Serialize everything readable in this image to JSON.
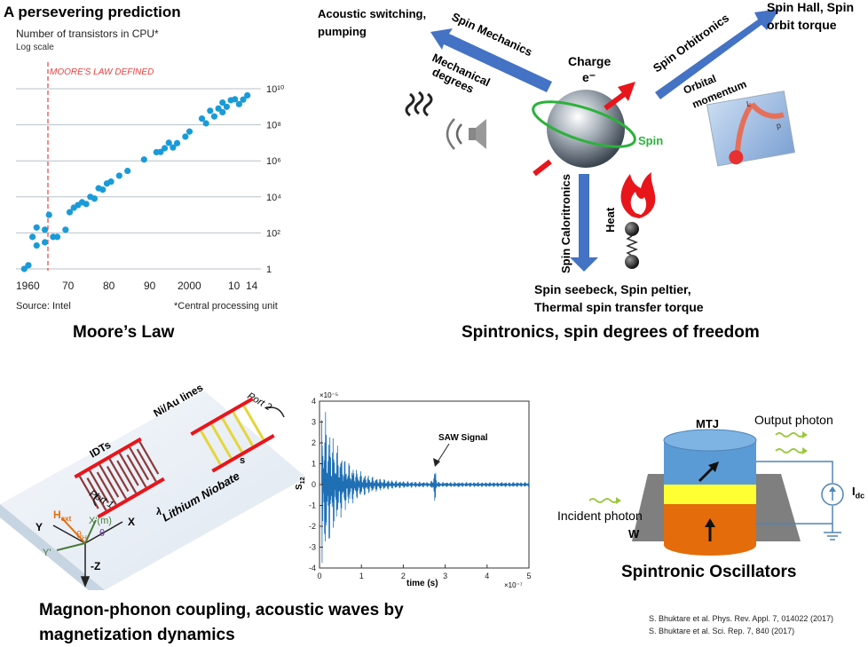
{
  "moore": {
    "title": "A persevering prediction",
    "subtitle": "Number of transistors in CPU*",
    "scale_note": "Log scale",
    "marker": "MOORE'S LAW DEFINED",
    "x_ticks": [
      "1960",
      "70",
      "80",
      "90",
      "2000",
      "10",
      "14"
    ],
    "source": "Source: Intel",
    "footnote": "*Central processing unit",
    "caption": "Moore’s Law"
  },
  "chart_data": [
    {
      "type": "scatter",
      "title": "A persevering prediction",
      "subtitle": "Number of transistors in CPU*",
      "ylabel": "Number of transistors in CPU*",
      "y_scale": "log",
      "ylim": [
        1,
        10000000000
      ],
      "xlim": [
        1958,
        2016
      ],
      "y_ticks": [
        "1",
        "10²",
        "10⁴",
        "10⁶",
        "10⁸",
        "10¹⁰"
      ],
      "x_ticks": [
        "1960",
        "70",
        "80",
        "90",
        "2000",
        "10",
        "14"
      ],
      "annotation": {
        "x": 1965,
        "text": "MOORE'S LAW DEFINED"
      },
      "points": [
        [
          1960,
          1
        ],
        [
          1961,
          1.6
        ],
        [
          1962,
          60
        ],
        [
          1963,
          200
        ],
        [
          1963,
          20
        ],
        [
          1965,
          30
        ],
        [
          1965,
          150
        ],
        [
          1966,
          1000
        ],
        [
          1967,
          60
        ],
        [
          1968,
          60
        ],
        [
          1970,
          150
        ],
        [
          1971,
          1400
        ],
        [
          1972,
          2500
        ],
        [
          1973,
          3500
        ],
        [
          1974,
          5000
        ],
        [
          1975,
          4000
        ],
        [
          1976,
          10000
        ],
        [
          1977,
          8000
        ],
        [
          1978,
          30000
        ],
        [
          1979,
          25000
        ],
        [
          1980,
          55000
        ],
        [
          1981,
          70000
        ],
        [
          1983,
          150000
        ],
        [
          1985,
          275000
        ],
        [
          1989,
          1180000
        ],
        [
          1992,
          3000000
        ],
        [
          1993,
          3100000
        ],
        [
          1994,
          5000000
        ],
        [
          1995,
          10000000
        ],
        [
          1996,
          5500000
        ],
        [
          1997,
          9500000
        ],
        [
          1999,
          22000000
        ],
        [
          2000,
          42000000
        ],
        [
          2003,
          220000000
        ],
        [
          2004,
          120000000
        ],
        [
          2005,
          600000000
        ],
        [
          2006,
          290000000
        ],
        [
          2007,
          800000000
        ],
        [
          2008,
          1700000000
        ],
        [
          2008,
          500000000
        ],
        [
          2009,
          1000000000
        ],
        [
          2010,
          2300000000
        ],
        [
          2011,
          2600000000
        ],
        [
          2012,
          1400000000
        ],
        [
          2013,
          2500000000
        ],
        [
          2014,
          4300000000
        ]
      ]
    },
    {
      "type": "line",
      "title": "",
      "xlabel": "time (s)",
      "x_multiplier": "×10⁻⁷",
      "ylabel": "S12",
      "y_multiplier": "×10⁻⁵",
      "xlim": [
        0,
        5
      ],
      "ylim": [
        -4,
        4
      ],
      "x_ticks": [
        "0",
        "1",
        "2",
        "3",
        "4",
        "5"
      ],
      "y_ticks": [
        "4",
        "3",
        "2",
        "1",
        "0",
        "-1",
        "-2",
        "-3",
        "-4"
      ],
      "annotation": {
        "x": 2.75,
        "y": 0.7,
        "text": "SAW Signal"
      }
    }
  ],
  "spin": {
    "acoustic_switching": "Acoustic switching,",
    "pumping": "pumping",
    "spin_mechanics": "Spin Mechanics",
    "mechanical": "Mechanical",
    "degrees": "degrees",
    "charge": "Charge",
    "electron": "e⁻",
    "spin_label": "Spin",
    "spin_orbitronics": "Spin Orbitronics",
    "orbital": "Orbital",
    "momentum": "momentum",
    "spin_hall": "Spin Hall, Spin",
    "orbit_torque": "orbit torque",
    "spin_caloritronics": "Spin Caloritronics",
    "heat": "Heat",
    "seebeck": "Spin seebeck, Spin peltier,",
    "thermal": "Thermal spin transfer torque",
    "caption": "Spintronics, spin degrees of freedom",
    "orb_L": "L",
    "orb_p": "p"
  },
  "saw": {
    "ni_au": "Ni/Au lines",
    "port2": "Port 2",
    "idts": "IDTs",
    "port1": "Port 1",
    "s": "s",
    "lambda": "λ",
    "lithium_niobate": "Lithium Niobate",
    "hext": "H",
    "hext_sub": "ext",
    "x_axis": "X",
    "y_axis": "Y",
    "xprime": "X'(m)",
    "yprime": "Y'",
    "theta_h": "θ",
    "theta_h_sub": "H",
    "theta": "θ",
    "z_axis": "-Z",
    "saw_signal": "SAW Signal",
    "s12": "S",
    "s12_sub": "12",
    "time": "time (s)",
    "y_mult": "×10⁻⁵",
    "x_mult": "×10⁻⁷",
    "caption_line1": "Magnon-phonon coupling, acoustic waves by",
    "caption_line2": "magnetization dynamics"
  },
  "osc": {
    "mtj": "MTJ",
    "output_photon": "Output photon",
    "incident_photon": "Incident photon",
    "w": "W",
    "idc": "I",
    "idc_sub": "dc",
    "caption": "Spintronic Oscillators"
  },
  "refs": [
    "S. Bhuktare et al. Phys. Rev. Appl. 7, 014022 (2017)",
    "S. Bhuktare et al. Sci. Rep. 7, 840 (2017)"
  ],
  "colors": {
    "accent_blue": "#1a9bd7",
    "arrow_blue": "#4472c4",
    "red": "#e8151b",
    "orange": "#e46c0a",
    "yellow": "#ffff33",
    "cyl_blue": "#5b9bd5"
  }
}
